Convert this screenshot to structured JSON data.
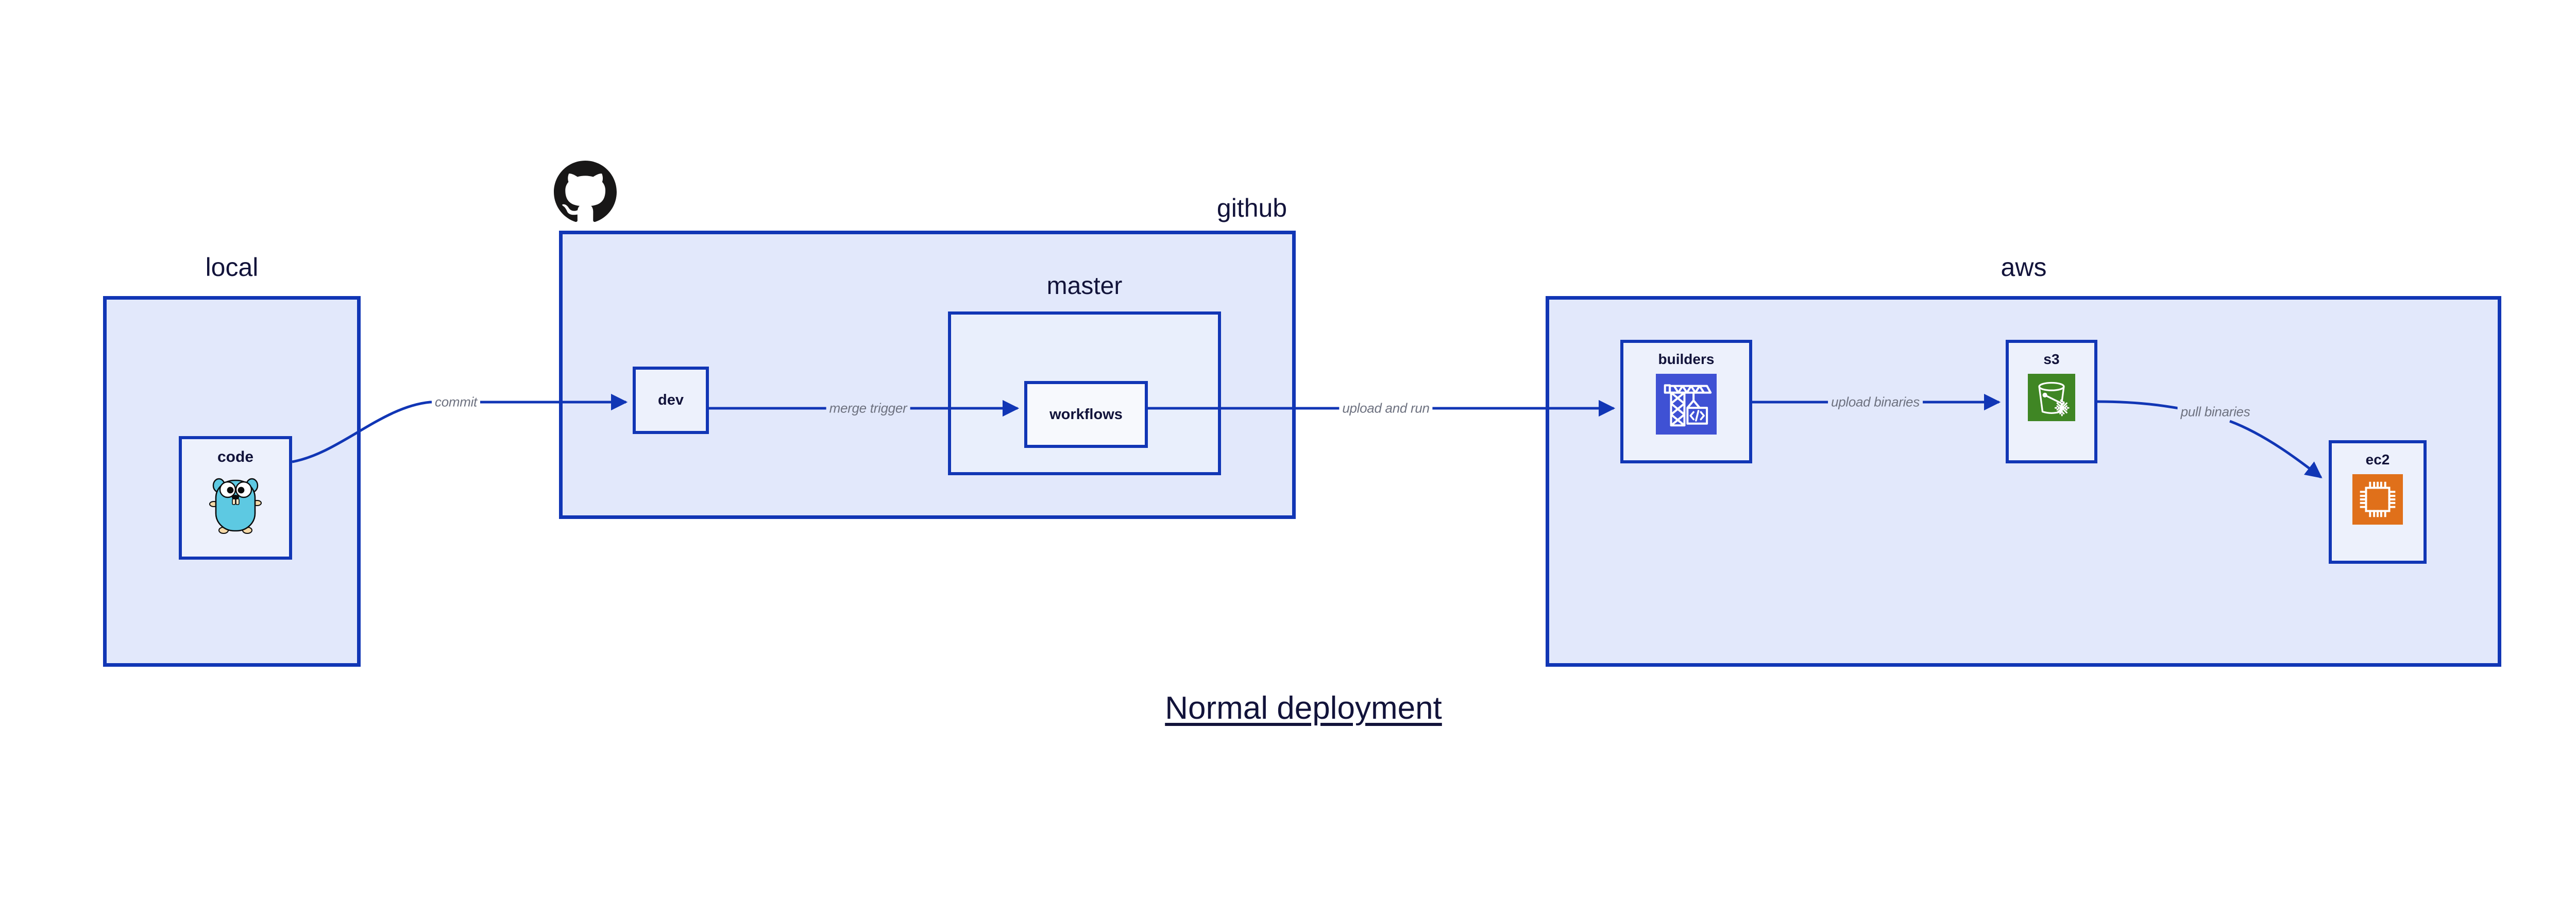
{
  "diagram": {
    "title": "Normal deployment",
    "accent_border": "#1136b5",
    "group_fill": "#e2e8fb",
    "subgroup_fill": "#e9effc",
    "node_fill": "#edf1fc",
    "edge_label_color": "#6e7280",
    "title_color": "#12133a"
  },
  "groups": {
    "local": {
      "label": "local"
    },
    "github": {
      "label": "github",
      "logo": "github-octocat-icon"
    },
    "master": {
      "label": "master"
    },
    "aws": {
      "label": "aws"
    }
  },
  "nodes": {
    "code": {
      "label": "code",
      "icon": "go-gopher-icon",
      "icon_color": "#5dc9e2"
    },
    "dev": {
      "label": "dev",
      "icon": null,
      "icon_color": null
    },
    "workflows": {
      "label": "workflows",
      "icon": null,
      "icon_color": null
    },
    "builders": {
      "label": "builders",
      "icon": "crane-code-icon",
      "icon_color": "#3f51d4"
    },
    "s3": {
      "label": "s3",
      "icon": "bucket-snowflake-icon",
      "icon_color": "#3f8624"
    },
    "ec2": {
      "label": "ec2",
      "icon": "cpu-chip-icon",
      "icon_color": "#e0701a"
    }
  },
  "edges": [
    {
      "id": "commit",
      "label": "commit",
      "from": "code",
      "to": "dev"
    },
    {
      "id": "merge-trigger",
      "label": "merge trigger",
      "from": "dev",
      "to": "workflows"
    },
    {
      "id": "upload-and-run",
      "label": "upload and run",
      "from": "workflows",
      "to": "builders"
    },
    {
      "id": "upload-binaries",
      "label": "upload binaries",
      "from": "builders",
      "to": "s3"
    },
    {
      "id": "pull-binaries",
      "label": "pull binaries",
      "from": "s3",
      "to": "ec2"
    }
  ]
}
